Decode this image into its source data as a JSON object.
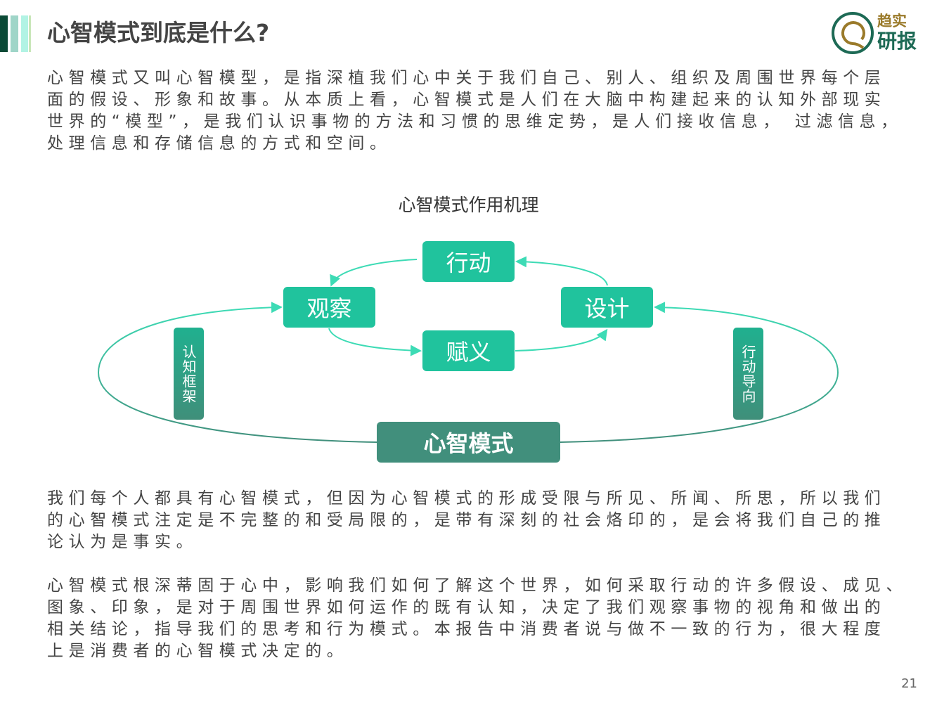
{
  "header": {
    "title": "心智模式到底是什么?",
    "colors": [
      "#0b4a36",
      "#9fd5c8",
      "#b2f3e4",
      "#c8e6b8"
    ]
  },
  "logo": {
    "text_top": "趋实",
    "text_bottom": "研报"
  },
  "intro": {
    "lines": [
      "心智模式又叫心智模型，是指深植我们心中关于我们自己、别人、组织及周围世界每个层",
      "面的假设、形象和故事。从本质上看，心智模式是人们在大脑中构建起来的认知外部现实",
      "世界的“模型”，是我们认识事物的方法和习惯的思维定势，是人们接收信息， 过滤信息，",
      "处理信息和存储信息的方式和空间。"
    ]
  },
  "diagram": {
    "title": "心智模式作用机理",
    "nodes": {
      "action": "行动",
      "observe": "观察",
      "design": "设计",
      "meaning": "赋义",
      "core": "心智模式",
      "left_bar": "认知框架",
      "right_bar": "行动导向"
    },
    "colors": {
      "box": "#20c39d",
      "core": "#418f7c",
      "arrow": "#3ddbb5"
    }
  },
  "para2": {
    "lines": [
      "我们每个人都具有心智模式，但因为心智模式的形成受限与所见、所闻、所思，所以我们",
      "的心智模式注定是不完整的和受局限的，是带有深刻的社会烙印的，是会将我们自己的推",
      "论认为是事实。"
    ]
  },
  "para3": {
    "lines": [
      "心智模式根深蒂固于心中，影响我们如何了解这个世界，如何采取行动的许多假设、成见、",
      "图象、印象，是对于周围世界如何运作的既有认知，决定了我们观察事物的视角和做出的",
      "相关结论，指导我们的思考和行为模式。本报告中消费者说与做不一致的行为，很大程度",
      "上是消费者的心智模式决定的。"
    ]
  },
  "page_number": "21"
}
